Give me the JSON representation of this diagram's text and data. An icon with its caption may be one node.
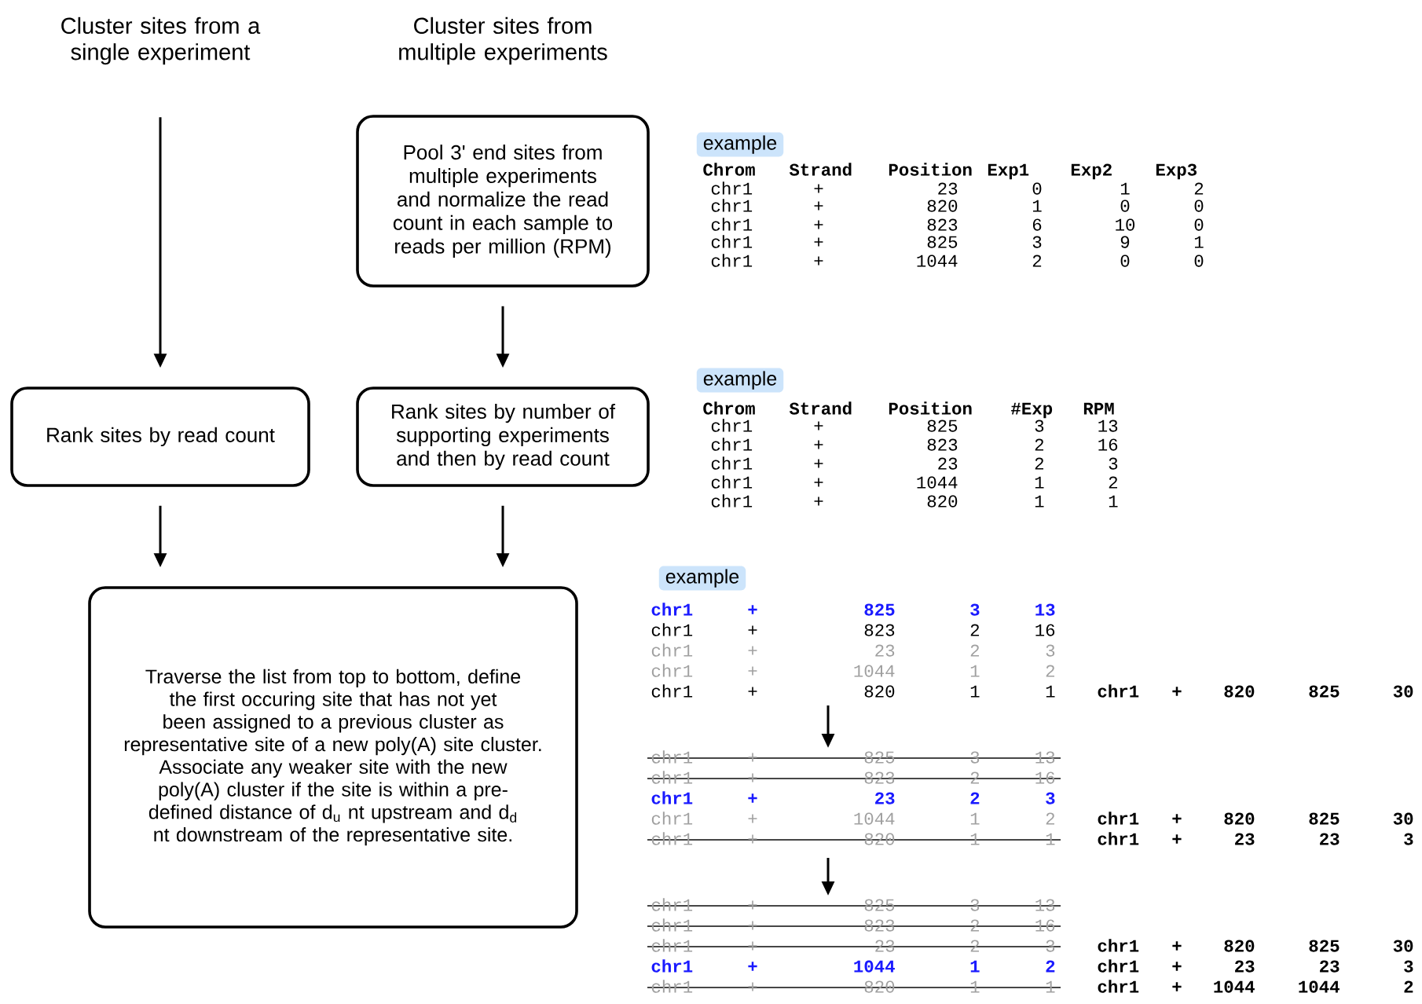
{
  "diagram": {
    "nodes": [
      {
        "text": [
          "Cluster sites from a single experiment"
        ]
      },
      {
        "text": [
          "Cluster sites from multiple experiments"
        ]
      },
      {
        "text": [
          "Pool 3' end sites from multiple experiments and normalize the read count in each sample to reads per million (RPM)"
        ]
      },
      {
        "text": [
          "Rank sites by read count"
        ]
      },
      {
        "text": [
          "Rank sites by number of supporting experiments and then by read count"
        ]
      },
      {
        "text": [
          "Traverse the list from top to bottom, define the first occuring site that has not yet been assigned to a previous cluster as representative site of a new poly(A) site cluster.",
          "Associate any weaker site with the new poly(A) cluster if the site is within a pre-defined distance of d$_{u}$ nt upstream and d$_{d}$ nt downstream of the representative site."
        ]
      }
    ],
    "edges": [
      {
        "from": 0,
        "to": 3,
        "arrow": "to"
      },
      {
        "from": 2,
        "to": 4,
        "arrow": "to"
      },
      {
        "from": 3,
        "to": 5,
        "arrow": "to"
      },
      {
        "from": 4,
        "to": 5,
        "arrow": "to"
      }
    ],
    "labels": [
      "example",
      "Chrom",
      "Strand",
      "Position",
      "Exp1",
      "Exp2",
      "Exp3",
      "chr1",
      "+",
      "23",
      "0",
      "1",
      "2",
      "chr1",
      "+",
      "820",
      "1",
      "0",
      "0",
      "chr1",
      "+",
      "823",
      "6",
      "10",
      "0",
      "chr1",
      "+",
      "825",
      "3",
      "9",
      "1",
      "chr1",
      "+",
      "1044",
      "2",
      "0",
      "0",
      "example",
      "Chrom",
      "Strand",
      "Position",
      "#Exp",
      "RPM",
      "chr1",
      "+",
      "825",
      "3",
      "13",
      "chr1",
      "+",
      "823",
      "2",
      "16",
      "chr1",
      "+",
      "23",
      "2",
      "3",
      "chr1",
      "+",
      "1044",
      "1",
      "2",
      "chr1",
      "+",
      "820",
      "1",
      "1",
      "example",
      "chr1",
      "+",
      "825",
      "3",
      "13",
      "chr1",
      "+",
      "823",
      "2",
      "16",
      "chr1",
      "+",
      "23",
      "2",
      "3",
      "chr1",
      "+",
      "1044",
      "1",
      "2",
      "chr1",
      "+",
      "820",
      "1",
      "1",
      "chr1",
      "+",
      "820",
      "825",
      "30",
      "chr1",
      "+",
      "825",
      "3",
      "13",
      "chr1",
      "+",
      "823",
      "2",
      "16",
      "chr1",
      "+",
      "23",
      "2",
      "3",
      "chr1",
      "+",
      "1044",
      "1",
      "2",
      "chr1",
      "+",
      "820",
      "825",
      "30",
      "chr1",
      "+",
      "820",
      "1",
      "1",
      "chr1",
      "+",
      "23",
      "23",
      "3",
      "chr1",
      "+",
      "825",
      "3",
      "13",
      "chr1",
      "+",
      "823",
      "2",
      "16",
      "chr1",
      "+",
      "23",
      "2",
      "3",
      "chr1",
      "+",
      "820",
      "825",
      "30",
      "chr1",
      "+",
      "1044",
      "1",
      "2",
      "chr1",
      "+",
      "23",
      "23",
      "3",
      "chr1",
      "+",
      "820",
      "1",
      "1",
      "chr1",
      "+",
      "1044",
      "1044",
      "2"
    ]
  }
}
